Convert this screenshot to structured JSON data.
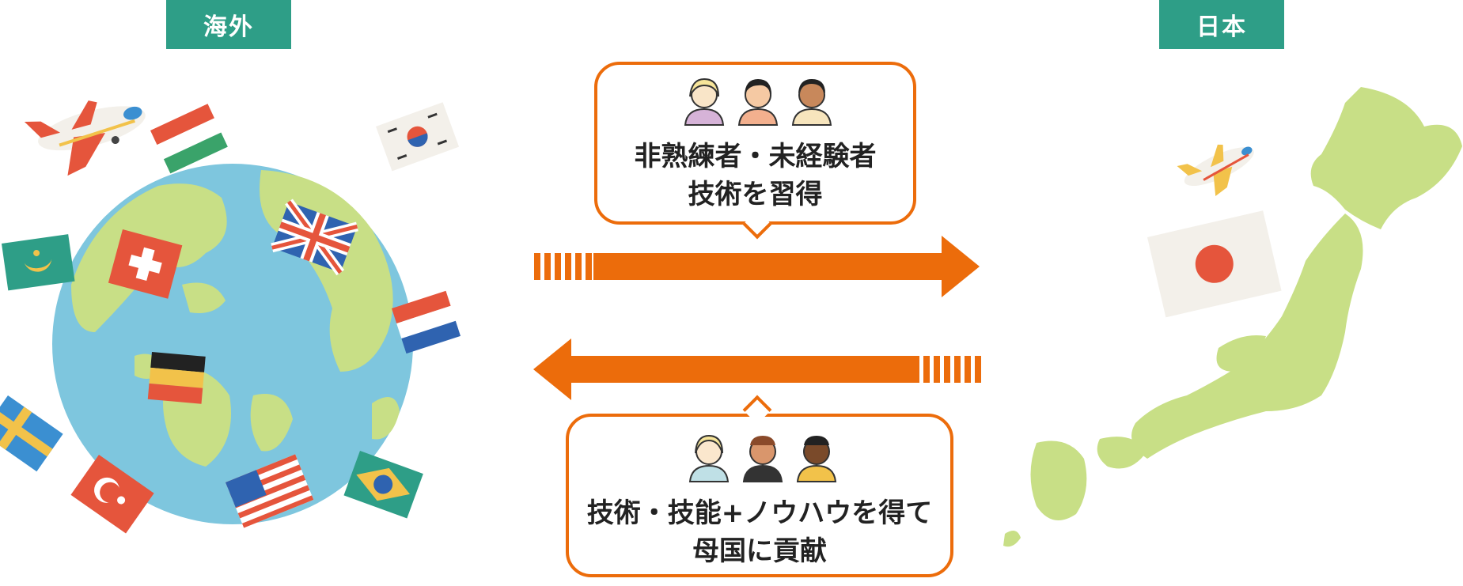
{
  "labels": {
    "overseas": "海外",
    "japan": "日本"
  },
  "bubble_top": {
    "line1": "非熟練者・未経験者",
    "line2": "技術を習得"
  },
  "bubble_bottom": {
    "line1": "技術・技能+ノウハウを得て",
    "line2": "母国に貢献"
  },
  "colors": {
    "accent": "#ec6c0b",
    "tag": "#2e9e87",
    "globe_water": "#7ec6de",
    "land": "#c8df86"
  },
  "icons": [
    "airplane-icon",
    "globe-icon",
    "japan-map-icon",
    "people-icon",
    "flag-icons"
  ]
}
